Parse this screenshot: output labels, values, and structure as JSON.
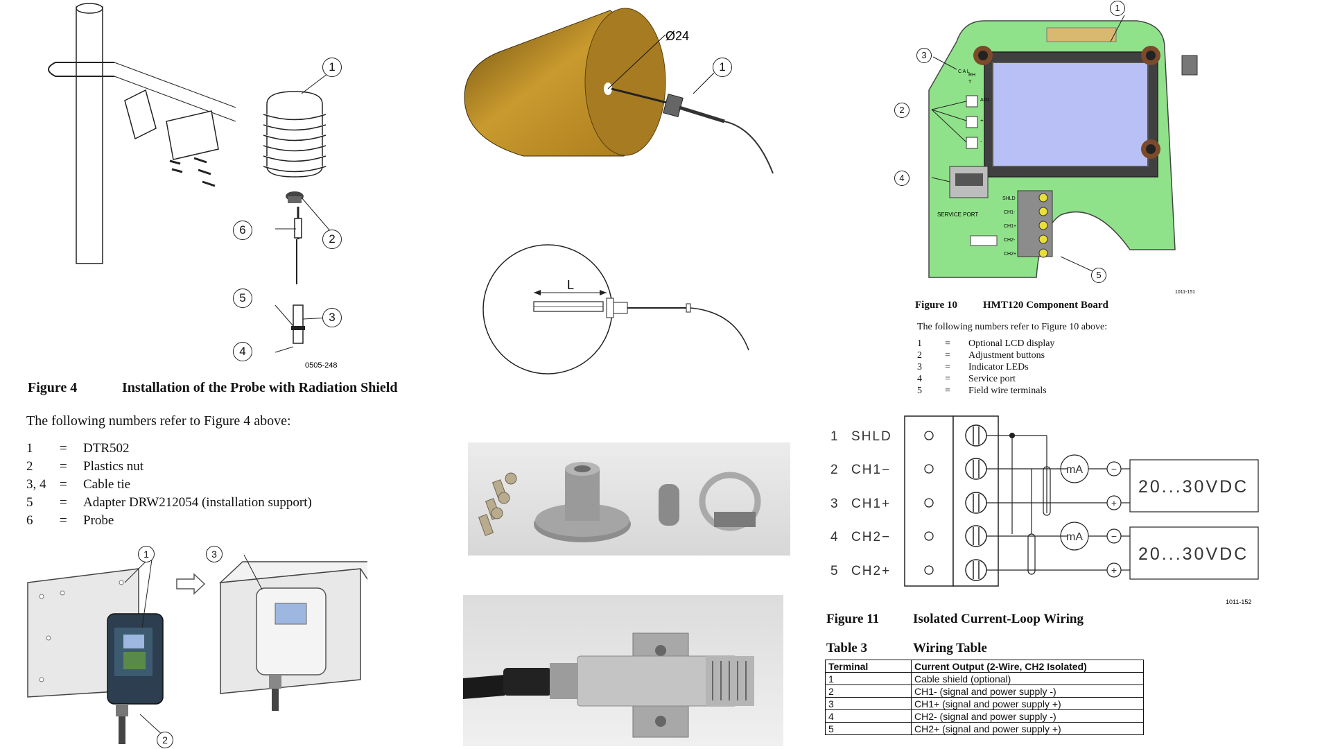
{
  "figure4": {
    "callouts": [
      "1",
      "2",
      "3",
      "4",
      "5",
      "6"
    ],
    "drawing_code": "0505-248",
    "caption_num": "Figure 4",
    "caption_title": "Installation of the Probe with Radiation Shield",
    "intro": "The following numbers refer to Figure 4 above:",
    "items": [
      {
        "num": "1",
        "eq": "=",
        "text": "DTR502"
      },
      {
        "num": "2",
        "eq": "=",
        "text": "Plastics nut"
      },
      {
        "num": "3, 4",
        "eq": "=",
        "text": "Cable tie"
      },
      {
        "num": "5",
        "eq": "=",
        "text": "Adapter DRW212054 (installation support)"
      },
      {
        "num": "6",
        "eq": "=",
        "text": "Probe"
      }
    ]
  },
  "duct_drawing": {
    "diameter_label": "Ø24",
    "callout": "1"
  },
  "probe_length_drawing": {
    "length_label": "L"
  },
  "figure10": {
    "callouts": [
      "1",
      "2",
      "3",
      "4",
      "5"
    ],
    "board_labels": {
      "cal": "C A L",
      "led_rh": "RH",
      "led_t": "T",
      "adj": "ADJ",
      "plus": "+",
      "minus": "-",
      "service_port": "SERVICE PORT",
      "terminals": [
        "SHLD",
        "CH1-",
        "CH1+",
        "CH2-",
        "CH2+"
      ]
    },
    "drawing_code": "1011-151",
    "caption_num": "Figure 10",
    "caption_title": "HMT120 Component Board",
    "intro": "The following numbers refer to Figure 10 above:",
    "items": [
      {
        "num": "1",
        "eq": "=",
        "text": "Optional LCD display"
      },
      {
        "num": "2",
        "eq": "=",
        "text": "Adjustment buttons"
      },
      {
        "num": "3",
        "eq": "=",
        "text": "Indicator LEDs"
      },
      {
        "num": "4",
        "eq": "=",
        "text": "Service port"
      },
      {
        "num": "5",
        "eq": "=",
        "text": "Field wire terminals"
      }
    ]
  },
  "figure11": {
    "terminals": [
      {
        "num": "1",
        "name": "SHLD"
      },
      {
        "num": "2",
        "name": "CH1−"
      },
      {
        "num": "3",
        "name": "CH1+"
      },
      {
        "num": "4",
        "name": "CH2−"
      },
      {
        "num": "5",
        "name": "CH2+"
      }
    ],
    "meter_label": "mA",
    "supply_label": "20...30VDC",
    "minus_sign": "−",
    "plus_sign": "+",
    "drawing_code": "1011-152",
    "caption_num": "Figure 11",
    "caption_title": "Isolated Current-Loop Wiring"
  },
  "table3": {
    "label_num": "Table 3",
    "label_title": "Wiring Table",
    "headers": [
      "Terminal",
      "Current Output (2-Wire, CH2 Isolated)"
    ],
    "rows": [
      [
        "1",
        "Cable shield (optional)"
      ],
      [
        "2",
        "CH1- (signal and power supply -)"
      ],
      [
        "3",
        "CH1+ (signal and power supply +)"
      ],
      [
        "4",
        "CH2- (signal and power supply -)"
      ],
      [
        "5",
        "CH2+ (signal and power supply +)"
      ]
    ]
  },
  "mounting_drawing": {
    "callouts": [
      "1",
      "3",
      "2"
    ]
  }
}
